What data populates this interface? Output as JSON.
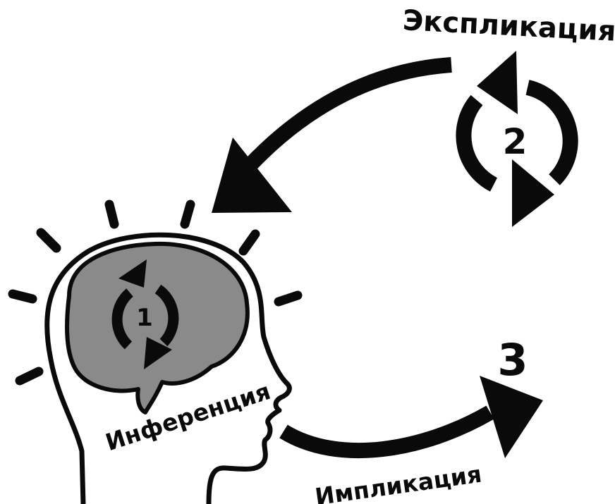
{
  "labels": {
    "explication": "Экспликация",
    "inference": "Инференция",
    "implication": "Импликация"
  },
  "markers": {
    "step1": "1",
    "step2": "2",
    "step3": "3"
  },
  "colors": {
    "ink": "#0a0a0a",
    "brain": "#8a8a8a",
    "background": "#ffffff"
  }
}
